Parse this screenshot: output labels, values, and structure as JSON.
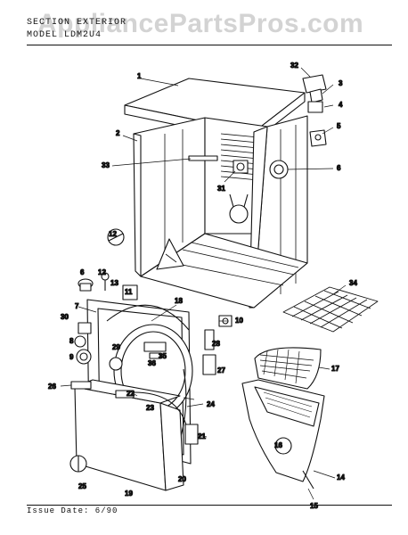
{
  "header": {
    "section_line": "SECTION  EXTERIOR",
    "model_line": "MODEL  LDM2U4",
    "watermark": "AppliancePartsPros.com"
  },
  "footer": {
    "issue_date": "Issue Date: 6/90"
  },
  "callouts": [
    "1",
    "2",
    "3",
    "4",
    "5",
    "6",
    "7",
    "8",
    "9",
    "10",
    "11",
    "12",
    "13",
    "14",
    "15",
    "16",
    "17",
    "18",
    "19",
    "20",
    "21",
    "22",
    "23",
    "24",
    "25",
    "26",
    "27",
    "28",
    "29",
    "30",
    "31",
    "32",
    "33",
    "34",
    "35",
    "36"
  ]
}
